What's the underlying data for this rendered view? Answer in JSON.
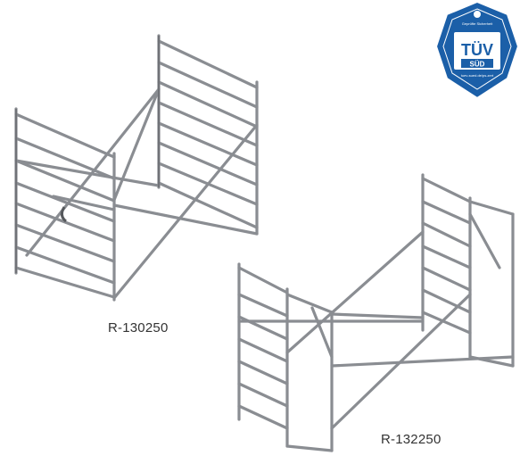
{
  "products": [
    {
      "code": "R-130250",
      "depicts": "frame-assembly-small"
    },
    {
      "code": "R-132250",
      "depicts": "frame-assembly-large"
    }
  ],
  "certification": {
    "brand": "TÜV",
    "sub": "SÜD",
    "ring_text": "Geprüfte Sicherheit",
    "url": "tuev-sued.de/ps-zert"
  },
  "colors": {
    "steel": "#8a8d92",
    "steel_dark": "#55585c",
    "badge_blue": "#1b5fa8",
    "caption": "#333333"
  }
}
